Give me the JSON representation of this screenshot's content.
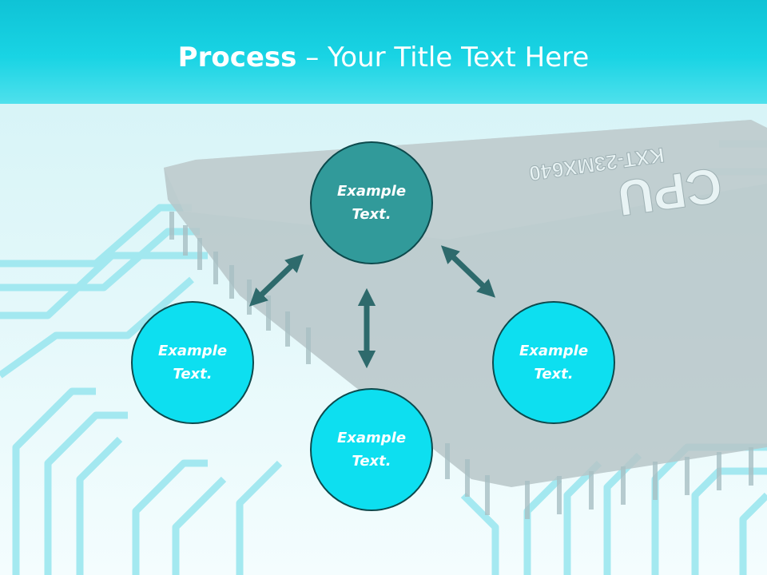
{
  "slide": {
    "title_bold": "Process",
    "title_dash": "–",
    "title_rest": "Your Title Text Here",
    "chip_text": "CPU",
    "chip_subtext": "KXT-23MX640",
    "nodes": [
      {
        "label": "Example Text."
      },
      {
        "label": "Example Text."
      },
      {
        "label": "Example Text."
      },
      {
        "label": "Example Text."
      }
    ]
  },
  "colors": {
    "header": "#19d4e4",
    "center_node": "#319a9a",
    "outer_node": "#0ddff0",
    "arrow": "#2e6a6c"
  }
}
